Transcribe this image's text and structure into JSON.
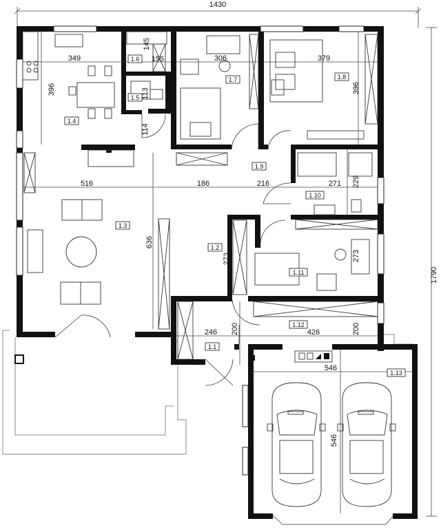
{
  "plan": {
    "overall_width": "1430",
    "overall_depth": "1790",
    "room_labels": [
      "1.1",
      "1.2",
      "1.3",
      "1.4",
      "1.5",
      "1.6",
      "1.7",
      "1.8",
      "1.9",
      "1.10",
      "1.11",
      "1.12",
      "1.13"
    ],
    "dimensions": {
      "kitchen_width": "349",
      "kitchen_depth": "396",
      "room16_a": "145",
      "room16_b": "155",
      "room15": "113",
      "hall_step": "114",
      "bed17_width": "306",
      "bed18_width": "379",
      "bed18_depth": "396",
      "living_width": "516",
      "corr_width": "186",
      "hall_width": "216",
      "bath_width": "271",
      "bath_depth": "229",
      "living_depth": "636",
      "room12_depth": "273",
      "room111_depth": "273",
      "entry_width": "246",
      "entry_depth": "200",
      "utility_width": "426",
      "utility_depth": "200",
      "garage_width": "546",
      "garage_depth": "546"
    }
  }
}
